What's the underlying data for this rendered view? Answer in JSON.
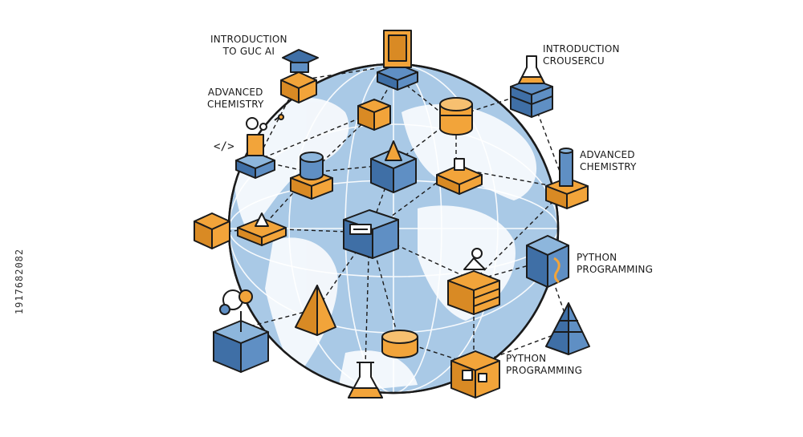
{
  "labels": {
    "intro_ai": [
      "INTRODUCTION",
      "TO GUC AI"
    ],
    "adv_chem_left": [
      "ADVANCED",
      "CHEMISTRY"
    ],
    "intro_course": [
      "INTRODUCTION",
      "CROUSERCU"
    ],
    "adv_chem_right": [
      "ADVANCED",
      "CHEMISTRY"
    ],
    "python_right": [
      "PYTHON",
      "PROGRAMMING"
    ],
    "python_bottom": [
      "PYTHON",
      "PROGRAMMING"
    ],
    "code_tag": "</>"
  },
  "stock_id": "1917682082",
  "colors": {
    "globe": "#a9c9e6",
    "globe_dark": "#8db6dc",
    "land": "#ffffff",
    "orange": "#f2a43a",
    "orange_dark": "#d98a24",
    "blue": "#5f8fc4",
    "blue_dark": "#3f6fa6",
    "outline": "#1b1b1b"
  }
}
